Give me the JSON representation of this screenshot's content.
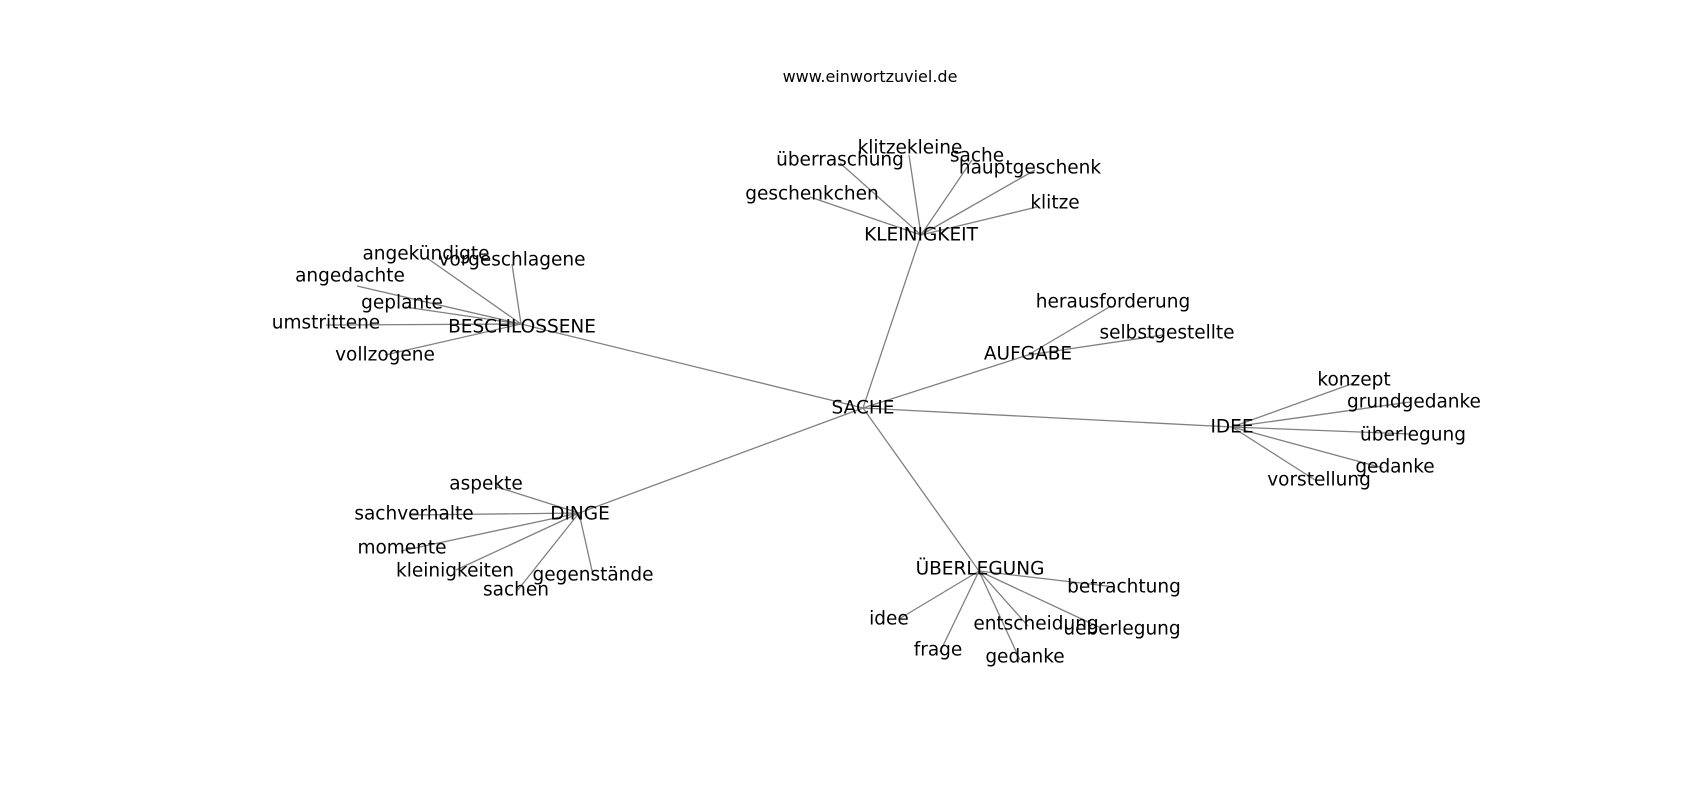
{
  "header": {
    "site": "www.einwortzuviel.de"
  },
  "colors": {
    "edge": "#808080",
    "text": "#000000",
    "background": "#ffffff"
  },
  "graph": {
    "center": "SACHE",
    "nodes": [
      {
        "id": "sache",
        "label": "SACHE"
      },
      {
        "id": "kleinigkeit",
        "label": "KLEINIGKEIT"
      },
      {
        "id": "beschlossene",
        "label": "BESCHLOSSENE"
      },
      {
        "id": "aufgabe",
        "label": "AUFGABE"
      },
      {
        "id": "idee",
        "label": "IDEE"
      },
      {
        "id": "dinge",
        "label": "DINGE"
      },
      {
        "id": "ueberlegung_hub",
        "label": "ÜBERLEGUNG"
      },
      {
        "id": "klitzekleine",
        "label": "klitzekleine"
      },
      {
        "id": "ueberraschung",
        "label": "überraschung"
      },
      {
        "id": "sache_leaf",
        "label": "sache"
      },
      {
        "id": "hauptgeschenk",
        "label": "hauptgeschenk"
      },
      {
        "id": "geschenkchen",
        "label": "geschenkchen"
      },
      {
        "id": "klitze",
        "label": "klitze"
      },
      {
        "id": "angekuendigte",
        "label": "angekündigte"
      },
      {
        "id": "vorgeschlagene",
        "label": "vorgeschlagene"
      },
      {
        "id": "angedachte",
        "label": "angedachte"
      },
      {
        "id": "geplante",
        "label": "geplante"
      },
      {
        "id": "umstrittene",
        "label": "umstrittene"
      },
      {
        "id": "vollzogene",
        "label": "vollzogene"
      },
      {
        "id": "herausforderung",
        "label": "herausforderung"
      },
      {
        "id": "selbstgestellte",
        "label": "selbstgestellte"
      },
      {
        "id": "konzept",
        "label": "konzept"
      },
      {
        "id": "grundgedanke",
        "label": "grundgedanke"
      },
      {
        "id": "ueberlegung_leaf",
        "label": "überlegung"
      },
      {
        "id": "gedanke_idee",
        "label": "gedanke"
      },
      {
        "id": "vorstellung",
        "label": "vorstellung"
      },
      {
        "id": "aspekte",
        "label": "aspekte"
      },
      {
        "id": "sachverhalte",
        "label": "sachverhalte"
      },
      {
        "id": "momente",
        "label": "momente"
      },
      {
        "id": "kleinigkeiten",
        "label": "kleinigkeiten"
      },
      {
        "id": "gegenstaende",
        "label": "gegenstände"
      },
      {
        "id": "sachen",
        "label": "sachen"
      },
      {
        "id": "betrachtung",
        "label": "betrachtung"
      },
      {
        "id": "idee_leaf",
        "label": "idee"
      },
      {
        "id": "entscheidung",
        "label": "entscheidung"
      },
      {
        "id": "ueeberlegung",
        "label": "ueberlegung"
      },
      {
        "id": "frage",
        "label": "frage"
      },
      {
        "id": "gedanke_ueb",
        "label": "gedanke"
      }
    ],
    "edges": [
      [
        "sache",
        "kleinigkeit"
      ],
      [
        "sache",
        "beschlossene"
      ],
      [
        "sache",
        "aufgabe"
      ],
      [
        "sache",
        "idee"
      ],
      [
        "sache",
        "dinge"
      ],
      [
        "sache",
        "ueberlegung_hub"
      ],
      [
        "kleinigkeit",
        "klitzekleine"
      ],
      [
        "kleinigkeit",
        "ueberraschung"
      ],
      [
        "kleinigkeit",
        "sache_leaf"
      ],
      [
        "kleinigkeit",
        "hauptgeschenk"
      ],
      [
        "kleinigkeit",
        "geschenkchen"
      ],
      [
        "kleinigkeit",
        "klitze"
      ],
      [
        "beschlossene",
        "angekuendigte"
      ],
      [
        "beschlossene",
        "vorgeschlagene"
      ],
      [
        "beschlossene",
        "angedachte"
      ],
      [
        "beschlossene",
        "geplante"
      ],
      [
        "beschlossene",
        "umstrittene"
      ],
      [
        "beschlossene",
        "vollzogene"
      ],
      [
        "aufgabe",
        "herausforderung"
      ],
      [
        "aufgabe",
        "selbstgestellte"
      ],
      [
        "idee",
        "konzept"
      ],
      [
        "idee",
        "grundgedanke"
      ],
      [
        "idee",
        "ueberlegung_leaf"
      ],
      [
        "idee",
        "gedanke_idee"
      ],
      [
        "idee",
        "vorstellung"
      ],
      [
        "dinge",
        "aspekte"
      ],
      [
        "dinge",
        "sachverhalte"
      ],
      [
        "dinge",
        "momente"
      ],
      [
        "dinge",
        "kleinigkeiten"
      ],
      [
        "dinge",
        "gegenstaende"
      ],
      [
        "dinge",
        "sachen"
      ],
      [
        "ueberlegung_hub",
        "betrachtung"
      ],
      [
        "ueberlegung_hub",
        "idee_leaf"
      ],
      [
        "ueberlegung_hub",
        "entscheidung"
      ],
      [
        "ueberlegung_hub",
        "ueeberlegung"
      ],
      [
        "ueberlegung_hub",
        "frage"
      ],
      [
        "ueberlegung_hub",
        "gedanke_ueb"
      ]
    ]
  }
}
